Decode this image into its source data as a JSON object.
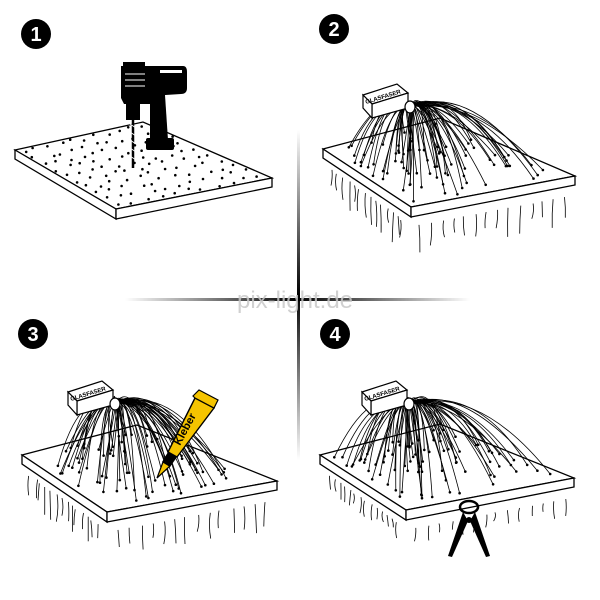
{
  "steps": [
    {
      "number": "1"
    },
    {
      "number": "2",
      "box_label": "GLASFASER"
    },
    {
      "number": "3",
      "box_label": "GLASFASER",
      "tube_label": "Kleber"
    },
    {
      "number": "4",
      "box_label": "GLASFASER"
    }
  ],
  "watermark": "pix-light.de",
  "colors": {
    "ink": "#000000",
    "background": "#ffffff",
    "glue_tube": "#f5c400",
    "watermark": "#c8c8c8"
  },
  "icons": [
    "drill-icon",
    "fiber-box-icon",
    "glue-tube-icon",
    "side-cutter-icon"
  ]
}
